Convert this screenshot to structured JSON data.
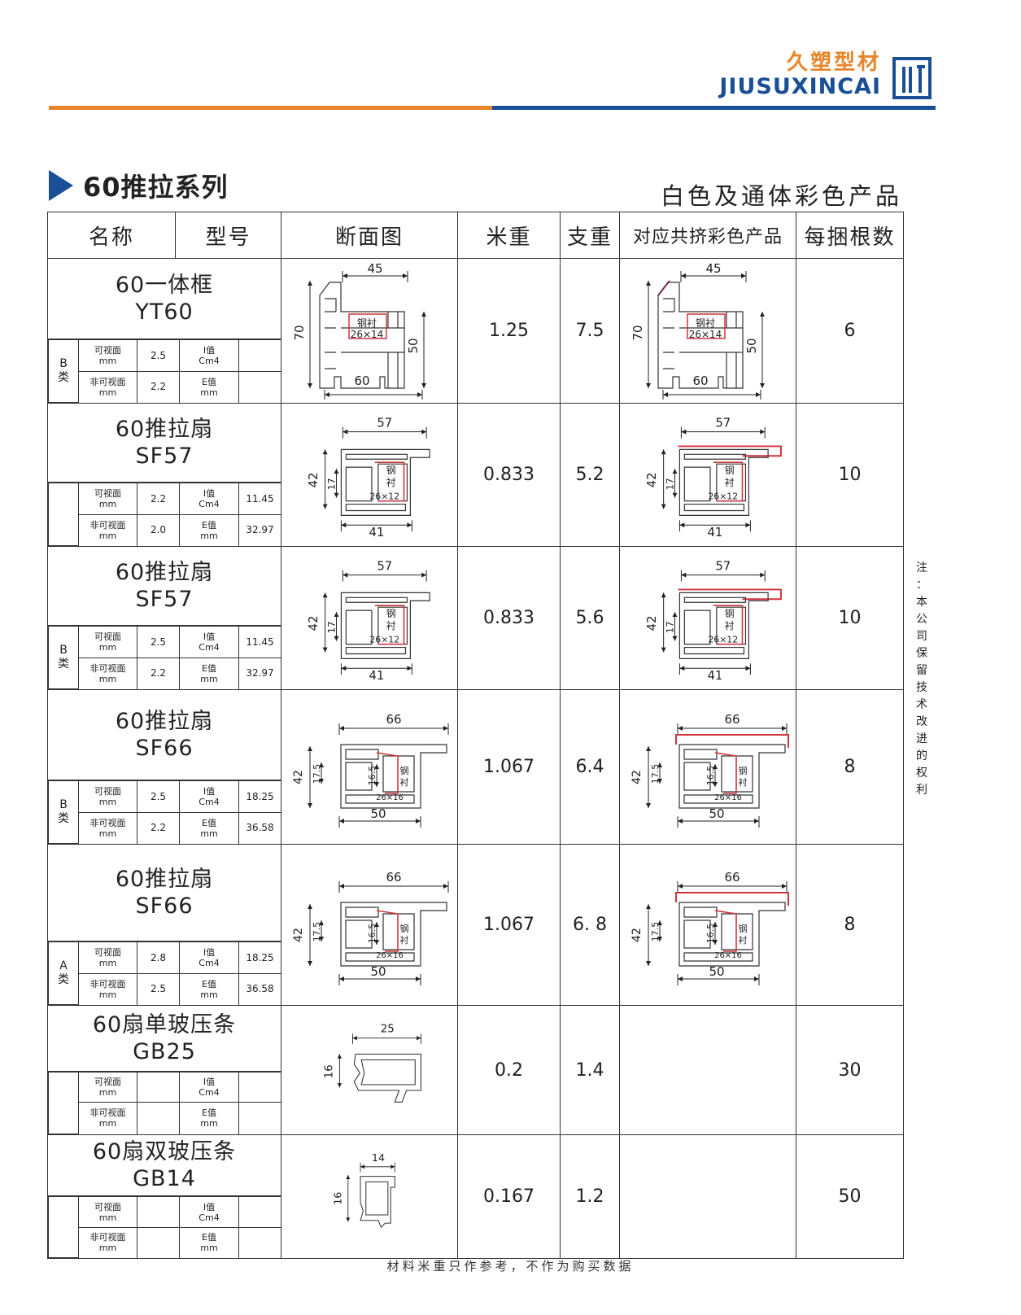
{
  "brand": {
    "cn": "久塑型材",
    "en": "JIUSUXINCAI"
  },
  "colors": {
    "orange": "#e8852a",
    "blue": "#1a4f96",
    "steel_red": "#d0343c"
  },
  "series_title": "60推拉系列",
  "subtitle": "白色及通体彩色产品",
  "headers": {
    "name": "名称",
    "model": "型号",
    "section": "断面图",
    "meter_weight": "米重",
    "bar_weight": "支重",
    "color_product": "对应共挤彩色产品",
    "bundle": "每捆根数"
  },
  "labels": {
    "visible": "可视面",
    "invisible": "非可视面",
    "mm": "mm",
    "i_value": "I值",
    "cm4": "Cm4",
    "e_value": "E值",
    "steel": "钢衬",
    "steel_a": "钢",
    "steel_b": "衬"
  },
  "rows": [
    {
      "name": "60一体框",
      "model": "YT60",
      "class_letter": "B",
      "class_suffix": "类",
      "visible_val": "2.5",
      "invisible_val": "2.2",
      "i_val": "",
      "e_val": "",
      "meter_weight": "1.25",
      "bar_weight": "7.5",
      "bundle": "6",
      "dims": {
        "top": "45",
        "left": "70",
        "right": "50",
        "bottom": "60",
        "steel": "26×14"
      }
    },
    {
      "name": "60推拉扇",
      "model": "SF57",
      "class_letter": "",
      "class_suffix": "",
      "visible_val": "2.2",
      "invisible_val": "2.0",
      "i_val": "11.45",
      "e_val": "32.97",
      "meter_weight": "0.833",
      "bar_weight": "5.2",
      "bundle": "10",
      "dims": {
        "top": "57",
        "left": "42",
        "inner": "17",
        "bottom": "41",
        "steel": "26×12"
      }
    },
    {
      "name": "60推拉扇",
      "model": "SF57",
      "class_letter": "B",
      "class_suffix": "类",
      "visible_val": "2.5",
      "invisible_val": "2.2",
      "i_val": "11.45",
      "e_val": "32.97",
      "meter_weight": "0.833",
      "bar_weight": "5.6",
      "bundle": "10",
      "dims": {
        "top": "57",
        "left": "42",
        "inner": "17",
        "bottom": "41",
        "steel": "26×12"
      }
    },
    {
      "name": "60推拉扇",
      "model": "SF66",
      "class_letter": "B",
      "class_suffix": "类",
      "visible_val": "2.5",
      "invisible_val": "2.2",
      "i_val": "18.25",
      "e_val": "36.58",
      "meter_weight": "1.067",
      "bar_weight": "6.4",
      "bundle": "8",
      "dims": {
        "top": "66",
        "left": "42",
        "inner": "17.5",
        "inner2": "16.5",
        "bottom": "50",
        "steel": "26×16"
      }
    },
    {
      "name": "60推拉扇",
      "model": "SF66",
      "class_letter": "A",
      "class_suffix": "类",
      "visible_val": "2.8",
      "invisible_val": "2.5",
      "i_val": "18.25",
      "e_val": "36.58",
      "meter_weight": "1.067",
      "bar_weight": "6. 8",
      "bundle": "8",
      "dims": {
        "top": "66",
        "left": "42",
        "inner": "17.5",
        "inner2": "16.5",
        "bottom": "50",
        "steel": "26×16"
      }
    },
    {
      "name": "60扇单玻压条",
      "model": "GB25",
      "class_letter": "",
      "class_suffix": "",
      "visible_val": "",
      "invisible_val": "",
      "i_val": "",
      "e_val": "",
      "meter_weight": "0.2",
      "bar_weight": "1.4",
      "bundle": "30",
      "dims": {
        "top": "25",
        "left": "16"
      }
    },
    {
      "name": "60扇双玻压条",
      "model": "GB14",
      "class_letter": "",
      "class_suffix": "",
      "visible_val": "",
      "invisible_val": "",
      "i_val": "",
      "e_val": "",
      "meter_weight": "0.167",
      "bar_weight": "1.2",
      "bundle": "50",
      "dims": {
        "top": "14",
        "left": "16"
      }
    }
  ],
  "side_note": [
    "注",
    "：",
    "本",
    "公",
    "司",
    "保",
    "留",
    "技",
    "术",
    "改",
    "进",
    "的",
    "权",
    "利"
  ],
  "footer": "材料米重只作参考，不作为购买数据"
}
